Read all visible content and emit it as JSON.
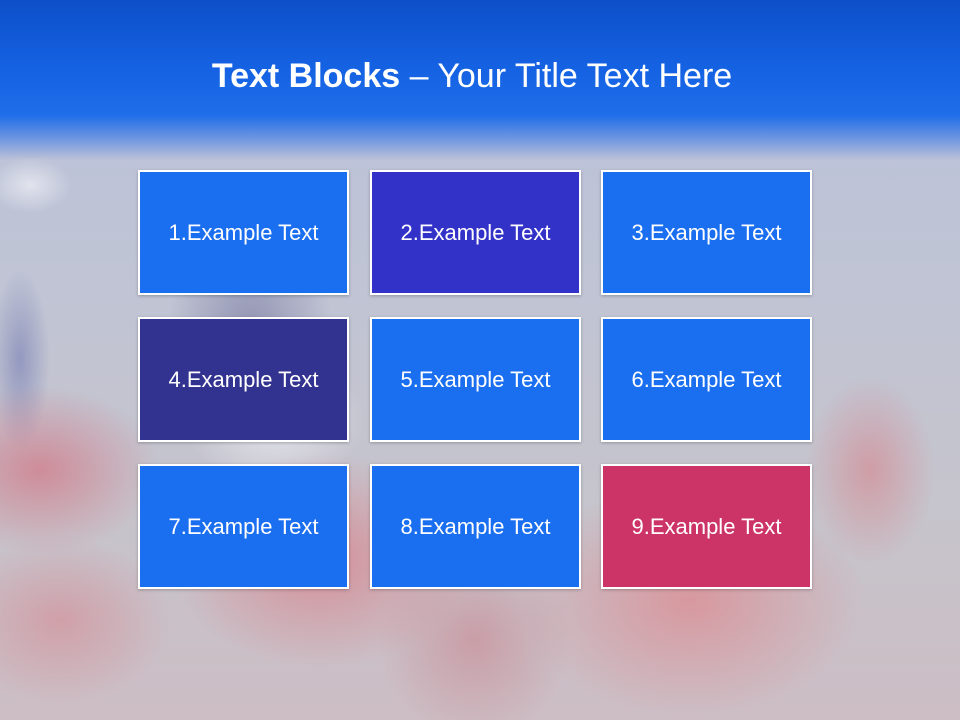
{
  "slide": {
    "title_bold": "Text Blocks",
    "title_dash": " – ",
    "title_rest": "Your Title Text Here"
  },
  "blocks": [
    {
      "label": "1.Example Text",
      "color": "#1a6ef0"
    },
    {
      "label": "2.Example Text",
      "color": "#3232c8"
    },
    {
      "label": "3.Example Text",
      "color": "#1a6ef0"
    },
    {
      "label": "4.Example Text",
      "color": "#323290"
    },
    {
      "label": "5.Example Text",
      "color": "#1a6ef0"
    },
    {
      "label": "6.Example Text",
      "color": "#1a6ef0"
    },
    {
      "label": "7.Example Text",
      "color": "#1a6ef0"
    },
    {
      "label": "8.Example Text",
      "color": "#1a6ef0"
    },
    {
      "label": "9.Example Text",
      "color": "#cc3366"
    }
  ],
  "colors": {
    "header": "#1563e4",
    "block_border": "#ffffff"
  }
}
